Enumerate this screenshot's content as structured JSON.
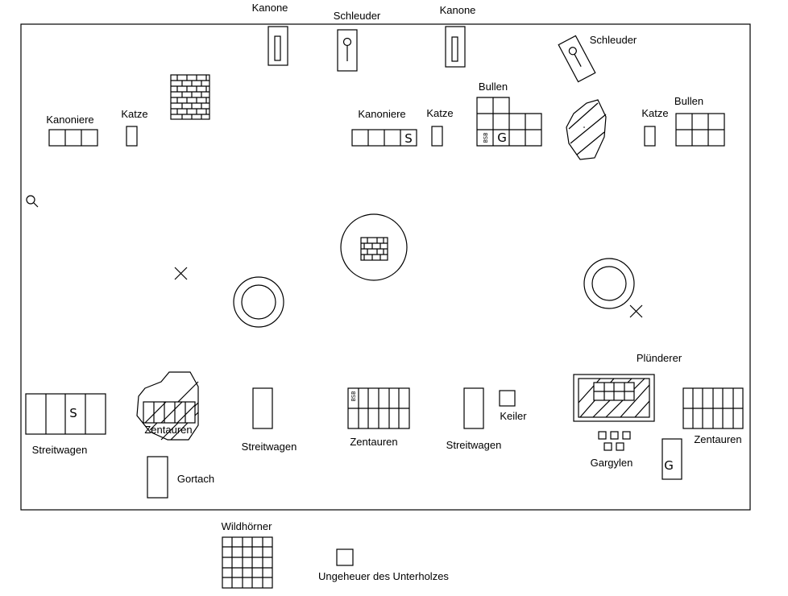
{
  "labels": {
    "kanone_1": "Kanone",
    "schleuder_1": "Schleuder",
    "kanone_2": "Kanone",
    "schleuder_2": "Schleuder",
    "kanoniere_1": "Kanoniere",
    "katze_1": "Katze",
    "kanoniere_2": "Kanoniere",
    "katze_2": "Katze",
    "bullen_1": "Bullen",
    "katze_3": "Katze",
    "bullen_2": "Bullen",
    "pluenderer": "Plünderer",
    "streitwagen_1": "Streitwagen",
    "zentauren_1": "Zentauren",
    "streitwagen_2": "Streitwagen",
    "zentauren_2": "Zentauren",
    "streitwagen_3": "Streitwagen",
    "keiler": "Keiler",
    "gargylen": "Gargylen",
    "zentauren_3": "Zentauren",
    "gortach": "Gortach",
    "wildhoerner": "Wildhörner",
    "ungeheuer": "Ungeheuer des Unterholzes"
  },
  "unit_marks": {
    "bsb_1": "BSB",
    "bsb_2": "BSB",
    "g_1": "G",
    "g_2": "G",
    "s_1": "S",
    "s_2": "S"
  },
  "icons": [
    "magnifier-icon",
    "objective-x-marker",
    "brick-wall-icon",
    "well-circle-icon"
  ]
}
